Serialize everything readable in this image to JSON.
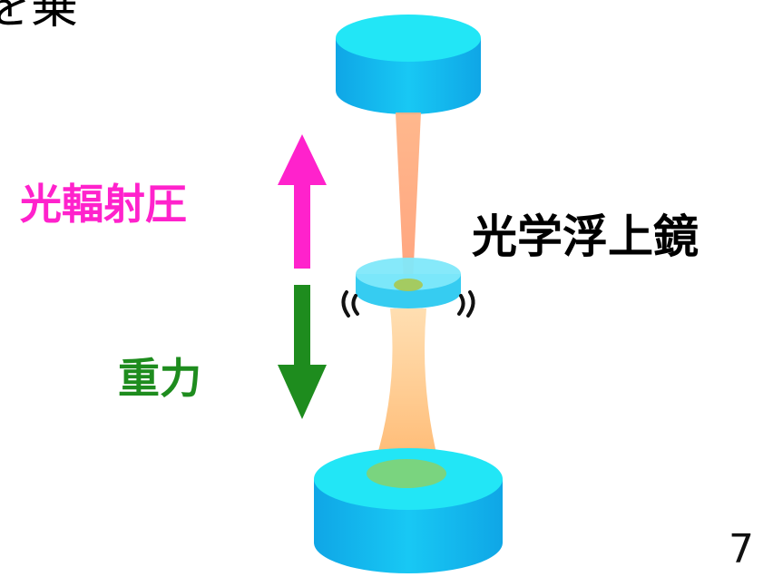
{
  "title_fragment": "を乗",
  "labels": {
    "radiation_pressure": "光輻射圧",
    "gravity": "重力",
    "levitated_mirror": "光学浮上鏡"
  },
  "page_number": "7",
  "colors": {
    "radiation_pressure": "#ff22cc",
    "gravity": "#1e8c1e",
    "mirror": "#18d8f0",
    "mirror_side": "#10b0e8",
    "beam_upper": "#ffa070",
    "beam_lower": "#ffc070",
    "text": "#000000"
  },
  "icons": {
    "up_arrow": "up-arrow-icon",
    "down_arrow": "down-arrow-icon",
    "vibration": "vibration-icon"
  }
}
